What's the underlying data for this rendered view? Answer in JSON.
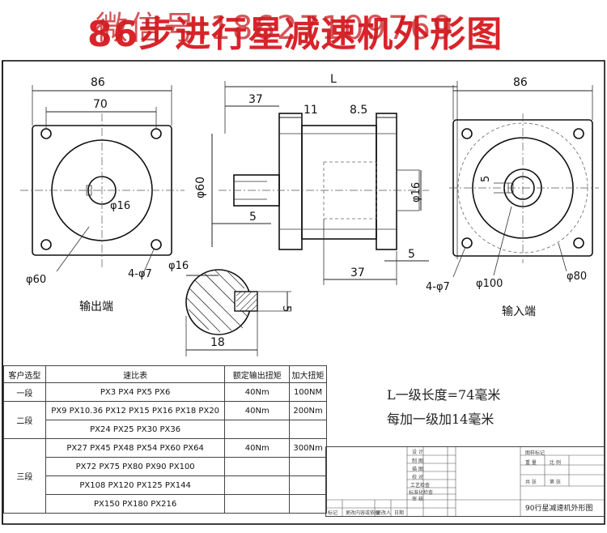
{
  "title": {
    "main": "86步进行星减速机外形图",
    "overlay": "微信号:18627109769"
  },
  "dimensions": {
    "left_view": {
      "width_86": "86",
      "width_70": "70",
      "shaft_dia": "φ16",
      "pilot_dia": "φ60",
      "holes": "4-φ7",
      "label": "输出端"
    },
    "side_view": {
      "length": "L",
      "d37_top": "37",
      "d11": "11",
      "d8_5": "8.5",
      "d60": "φ60",
      "d5_left": "5",
      "d16": "φ16",
      "d5_right": "5",
      "d37_bottom": "37"
    },
    "key_section": {
      "d16": "φ16",
      "d5": "5",
      "d18": "18"
    },
    "right_view": {
      "width_86": "86",
      "key_5": "5",
      "holes": "4-φ7",
      "bore_dia": "φ100",
      "pcd": "φ80",
      "label": "输入端"
    }
  },
  "table": {
    "headers": [
      "客户选型",
      "速比表",
      "额定输出扭矩",
      "加大扭矩"
    ],
    "rows": [
      {
        "stage": "一段",
        "ratios": "PX3   PX4   PX5   PX6",
        "torque": "40Nm",
        "max": "100NM"
      },
      {
        "stage": "二段",
        "ratios": "PX9 PX10.36 PX12 PX15 PX16 PX18 PX20",
        "torque": "40Nm",
        "max": "200Nm"
      },
      {
        "stage": "",
        "ratios": "PX24 PX25 PX30 PX36",
        "torque": "",
        "max": ""
      },
      {
        "stage": "三段",
        "ratios": "PX27 PX45 PX48 PX54 PX60 PX64",
        "torque": "40Nm",
        "max": "300Nm"
      },
      {
        "stage": "",
        "ratios": "PX72 PX75 PX80 PX90 PX100",
        "torque": "",
        "max": ""
      },
      {
        "stage": "",
        "ratios": "PX108 PX120 PX125 PX144",
        "torque": "",
        "max": ""
      },
      {
        "stage": "",
        "ratios": "PX150 PX180 PX216",
        "torque": "",
        "max": ""
      }
    ]
  },
  "notes": {
    "line1": "L一级长度=74毫米",
    "line2": "每加一级加14毫米"
  },
  "title_block": {
    "left_labels": [
      "设 计",
      "制 图",
      "描 图",
      "校 对",
      "工艺检查",
      "标准化检查",
      "审 核"
    ],
    "bottom_labels": [
      "标记",
      "更改内容或依据",
      "更改人",
      "日期"
    ],
    "right_top": [
      "图样标记",
      "重 量",
      "比 例"
    ],
    "right_mid": [
      "共 张",
      "第 张"
    ],
    "name": "90行星减速机外形图"
  }
}
